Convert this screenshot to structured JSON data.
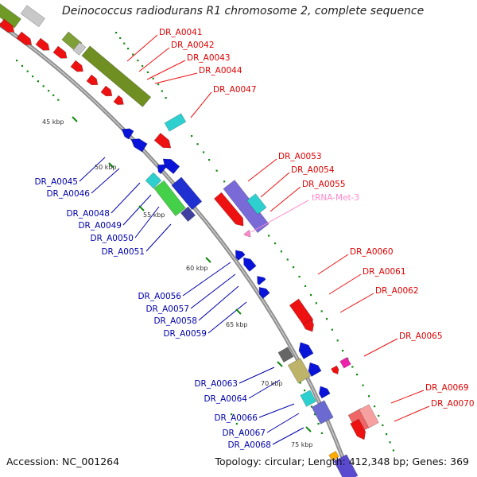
{
  "map": {
    "title": "Deinococcus radiodurans R1 chromosome 2, complete sequence",
    "accession_label": "Accession:",
    "accession": "NC_001264",
    "topology_label": "Topology:",
    "topology": "circular",
    "length_label": "Length:",
    "length": "412,348 bp",
    "genes_label": "Genes:",
    "genes": "369"
  },
  "colors": {
    "forward_cds": "#ee1111",
    "reverse_cds": "#0a14d8",
    "forward_label": "#dd0000",
    "reverse_label": "#0000aa",
    "trna": "#ff88cc",
    "backbone": "#999999",
    "gc_skew_dots": "#118811"
  },
  "ticks": [
    "45 kbp",
    "50 kbp",
    "55 kbp",
    "60 kbp",
    "65 kbp",
    "70 kbp",
    "75 kbp"
  ],
  "forward_labels": [
    "DR_A0041",
    "DR_A0042",
    "DR_A0043",
    "DR_A0044",
    "DR_A0047",
    "DR_A0053",
    "DR_A0054",
    "DR_A0055",
    "DR_A0060",
    "DR_A0061",
    "DR_A0062",
    "DR_A0065",
    "DR_A0069",
    "DR_A0070"
  ],
  "trna_label": "tRNA-Met-3",
  "reverse_labels": [
    "DR_A0045",
    "DR_A0046",
    "DR_A0048",
    "DR_A0049",
    "DR_A0050",
    "DR_A0051",
    "DR_A0056",
    "DR_A0057",
    "DR_A0058",
    "DR_A0059",
    "DR_A0063",
    "DR_A0064",
    "DR_A0066",
    "DR_A0067",
    "DR_A0068"
  ]
}
